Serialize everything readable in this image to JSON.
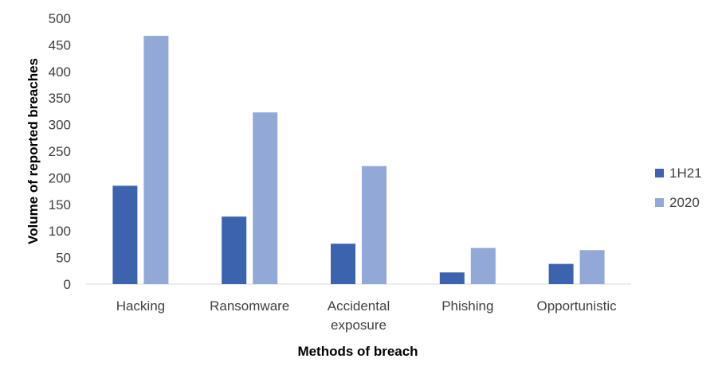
{
  "chart_data": {
    "type": "bar",
    "title": "",
    "xlabel": "Methods of breach",
    "ylabel": "Volume of reported breaches",
    "categories": [
      "Hacking",
      "Ransomware",
      "Accidental exposure",
      "Phishing",
      "Opportunistic"
    ],
    "category_lines": [
      [
        "Hacking"
      ],
      [
        "Ransomware"
      ],
      [
        "Accidental",
        "exposure"
      ],
      [
        "Phishing"
      ],
      [
        "Opportunistic"
      ]
    ],
    "series": [
      {
        "name": "1H21",
        "color": "#3C63AE",
        "values": [
          185,
          127,
          76,
          22,
          38
        ]
      },
      {
        "name": "2020",
        "color": "#92A8D6",
        "values": [
          467,
          323,
          222,
          68,
          64
        ]
      }
    ],
    "ylim": [
      0,
      500
    ],
    "yticks": [
      0,
      50,
      100,
      150,
      200,
      250,
      300,
      350,
      400,
      450,
      500
    ],
    "grid": false,
    "legend_position": "right"
  }
}
